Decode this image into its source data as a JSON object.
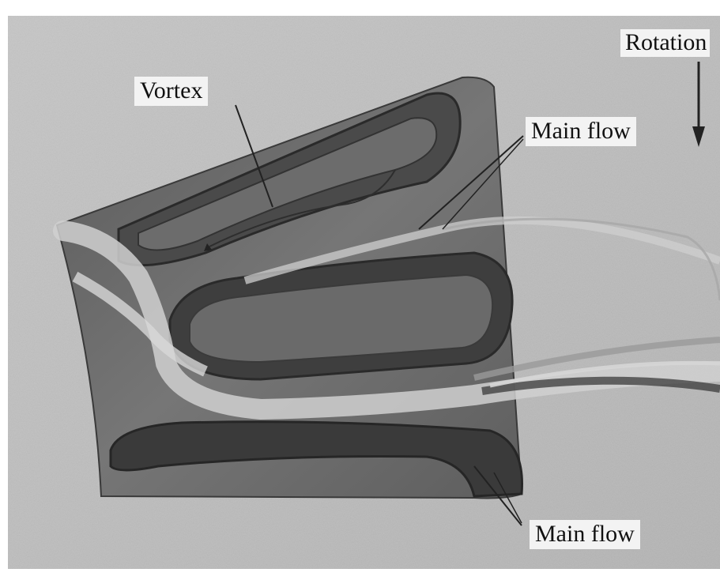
{
  "labels": {
    "vortex": "Vortex",
    "main_flow_top": "Main flow",
    "main_flow_bottom": "Main flow",
    "rotation": "Rotation"
  },
  "colors": {
    "background": "#bcbcbc",
    "page": "#ffffff",
    "passage": "#6e6e6e",
    "passage_dark": "#3c3c3c",
    "streamline_light": "#d4d4d4",
    "text": "#111111"
  },
  "icons": {
    "rotation_arrow": "down-arrow-icon"
  }
}
